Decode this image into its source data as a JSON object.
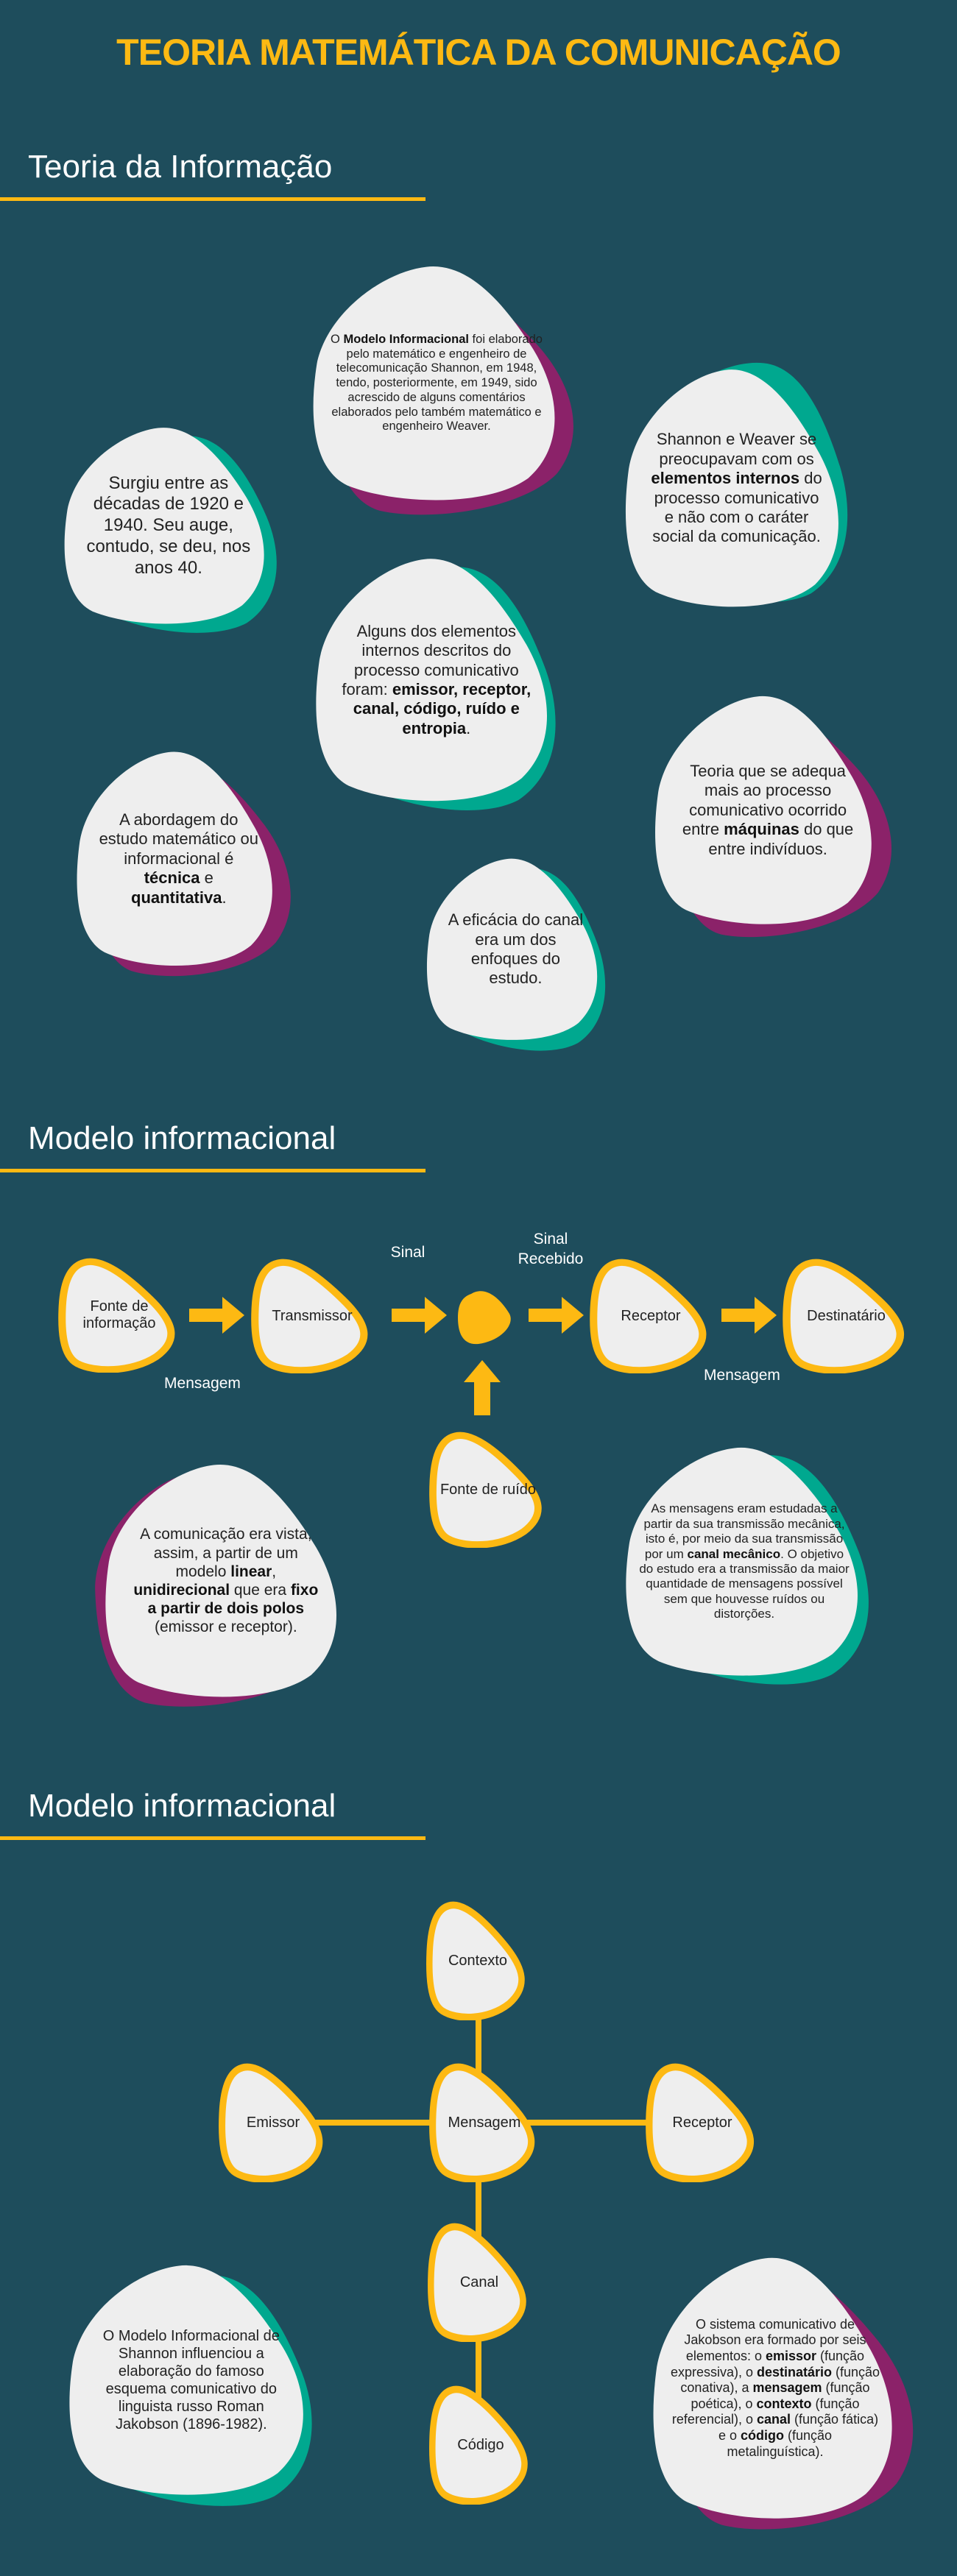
{
  "title": "TEORIA MATEMÁTICA DA COMUNICAÇÃO",
  "colors": {
    "background": "#1e4d5c",
    "accent": "#fdb913",
    "teal": "#00a88f",
    "purple": "#8b2269",
    "card": "#eeeeee"
  },
  "sections": [
    {
      "heading": "Teoria da Informação"
    },
    {
      "heading": "Modelo informacional"
    },
    {
      "heading": "Modelo informacional"
    }
  ],
  "cards": {
    "surgiu": [
      {
        "t": "Surgiu entre as décadas de 1920 e 1940. Seu auge, contudo, se deu, nos anos 40."
      }
    ],
    "modelo": [
      {
        "t": "O "
      },
      {
        "t": "Modelo Informacional",
        "b": true
      },
      {
        "t": " foi elaborado pelo matemático e engenheiro de telecomunicação Shannon, em 1948, tendo, posteriormente, em 1949, sido acrescido de alguns comentários elaborados pelo também matemático e engenheiro Weaver."
      }
    ],
    "shannon_weaver": [
      {
        "t": "Shannon e Weaver se preocupavam com os "
      },
      {
        "t": "elementos internos",
        "b": true
      },
      {
        "t": " do processo comunicativo e não com o caráter social da comunicação."
      }
    ],
    "alguns": [
      {
        "t": "Alguns dos elementos internos descritos do processo comunicativo foram: "
      },
      {
        "t": "emissor, receptor, canal, código, ruído e entropia",
        "b": true
      },
      {
        "t": "."
      }
    ],
    "teoria_maquinas": [
      {
        "t": "Teoria que se adequa mais ao processo comunicativo ocorrido entre "
      },
      {
        "t": "máquinas",
        "b": true
      },
      {
        "t": " do que entre indivíduos."
      }
    ],
    "abordagem": [
      {
        "t": "A abordagem do estudo matemático ou informacional é "
      },
      {
        "t": "técnica",
        "b": true
      },
      {
        "t": " e "
      },
      {
        "t": "quantitativa",
        "b": true
      },
      {
        "t": "."
      }
    ],
    "eficacia": [
      {
        "t": "A eficácia do canal era um dos enfoques do estudo."
      }
    ],
    "comunicacao": [
      {
        "t": "A comunicação era vista, assim, a partir de um modelo "
      },
      {
        "t": "linear",
        "b": true
      },
      {
        "t": ", "
      },
      {
        "t": "unidirecional",
        "b": true
      },
      {
        "t": " que era "
      },
      {
        "t": "fixo a partir de dois polos",
        "b": true
      },
      {
        "t": " (emissor e receptor)."
      }
    ],
    "mensagens": [
      {
        "t": "As mensagens eram estudadas a partir da sua transmissão mecânica, isto é, por meio da sua transmissão por um "
      },
      {
        "t": "canal mecânico",
        "b": true
      },
      {
        "t": ". O objetivo do estudo era a transmissão da maior quantidade de mensagens possível sem que houvesse ruídos ou distorções."
      }
    ],
    "influenciou": [
      {
        "t": "O Modelo Informacional de Shannon influenciou a elaboração do famoso esquema comunicativo do linguista russo Roman Jakobson (1896-1982)."
      }
    ],
    "sistema": [
      {
        "t": "O sistema comunicativo de Jakobson era formado por seis elementos: o "
      },
      {
        "t": "emissor",
        "b": true
      },
      {
        "t": " (função expressiva), o "
      },
      {
        "t": "destinatário",
        "b": true
      },
      {
        "t": " (função conativa), a "
      },
      {
        "t": "mensagem",
        "b": true
      },
      {
        "t": " (função poética), o "
      },
      {
        "t": "contexto",
        "b": true
      },
      {
        "t": " (função referencial), o "
      },
      {
        "t": "canal",
        "b": true
      },
      {
        "t": " (função fática) e o "
      },
      {
        "t": "código",
        "b": true
      },
      {
        "t": " (função metalinguística)."
      }
    ]
  },
  "flow": {
    "source": "Fonte de informação",
    "transmitter": "Transmissor",
    "receiver": "Receptor",
    "destination": "Destinatário",
    "noise": "Fonte de ruído",
    "signal": "Sinal",
    "received_signal": "Sinal Recebido",
    "message_left": "Mensagem",
    "message_right": "Mensagem"
  },
  "jakobson": {
    "context": "Contexto",
    "sender": "Emissor",
    "message": "Mensagem",
    "receiver": "Receptor",
    "channel": "Canal",
    "code": "Código"
  }
}
